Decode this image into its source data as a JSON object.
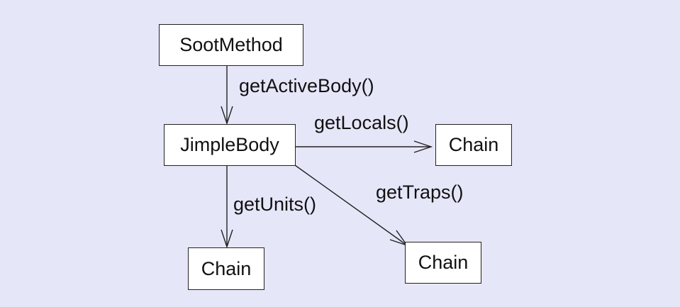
{
  "diagram": {
    "colors": {
      "background": "#e6e6f9",
      "node_fill": "#ffffff",
      "line": "#222222",
      "text": "#111111"
    },
    "nodes": {
      "soot_method": "SootMethod",
      "jimple_body": "JimpleBody",
      "chain_locals": "Chain",
      "chain_units": "Chain",
      "chain_traps": "Chain"
    },
    "edges": {
      "get_active_body": "getActiveBody()",
      "get_locals": "getLocals()",
      "get_units": "getUnits()",
      "get_traps": "getTraps()"
    }
  }
}
